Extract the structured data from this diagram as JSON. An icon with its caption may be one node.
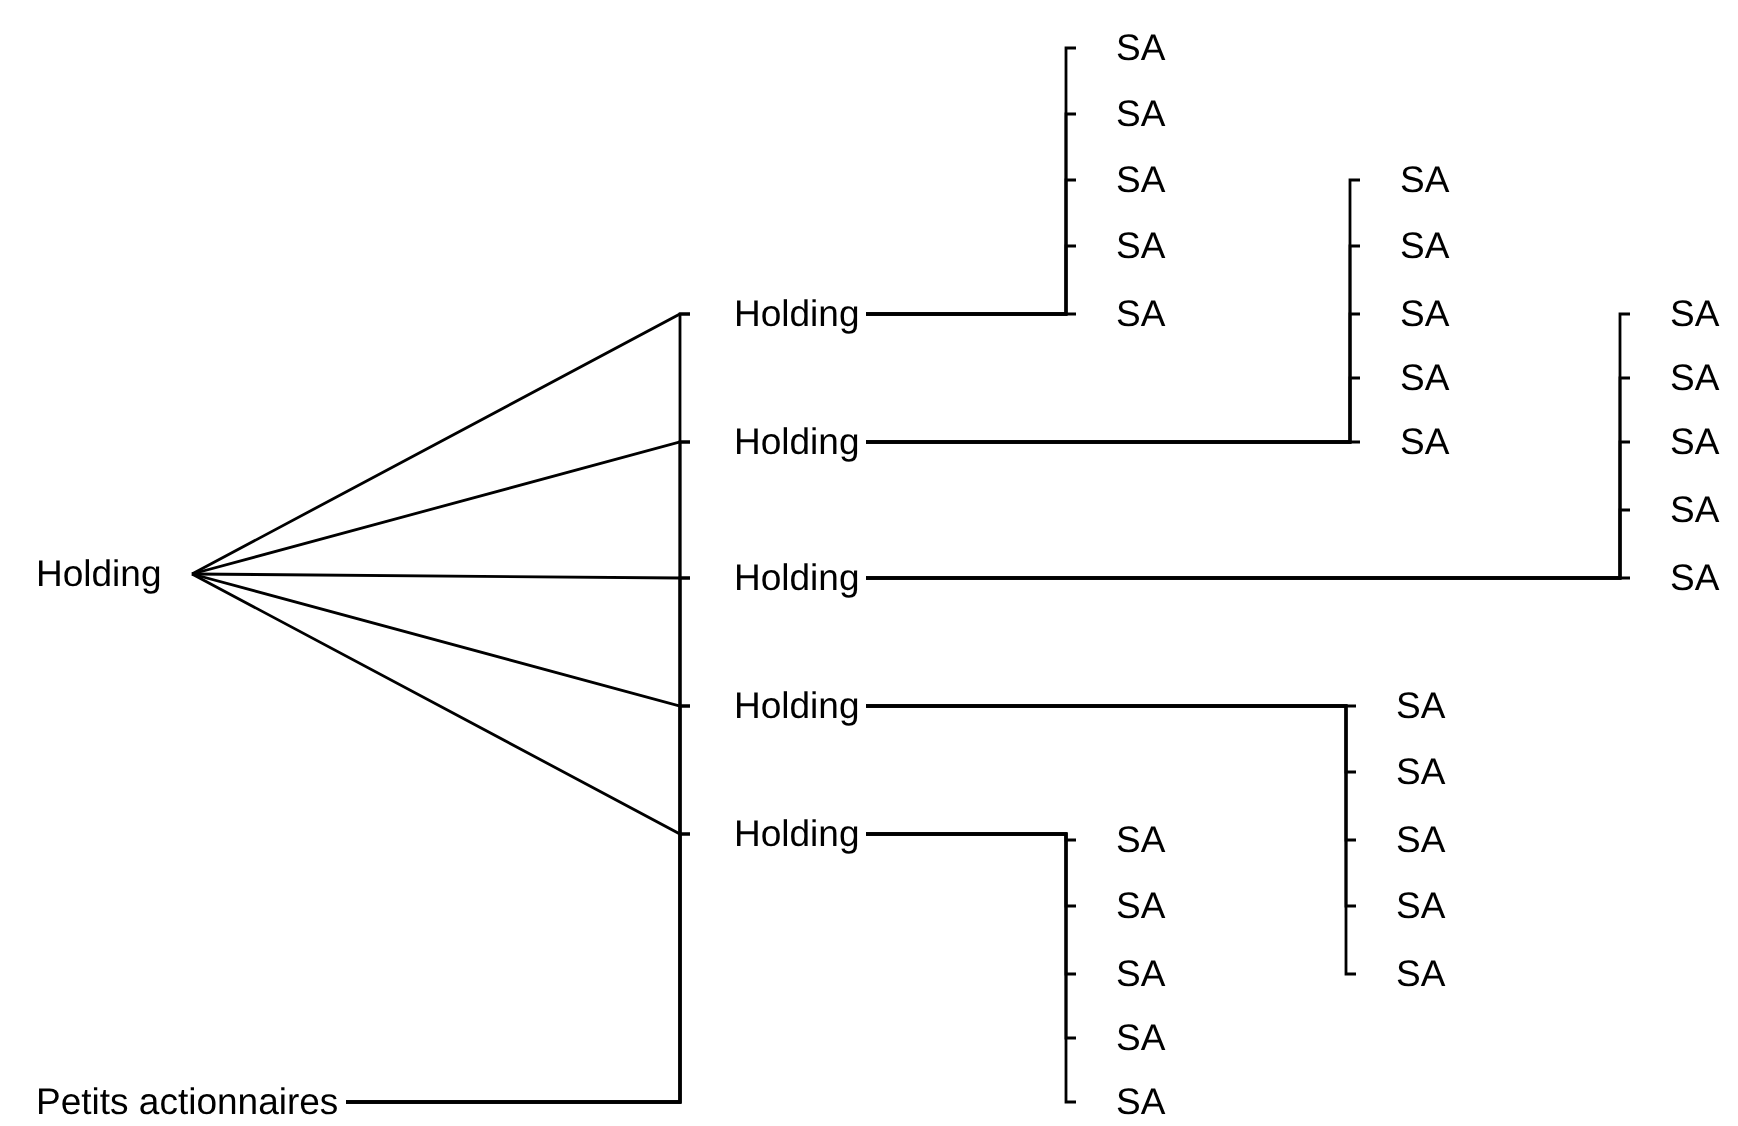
{
  "diagram": {
    "nodes": [
      {
        "text": [
          "Holding"
        ]
      },
      {
        "text": [
          "Holding"
        ]
      },
      {
        "text": [
          "Holding"
        ]
      },
      {
        "text": [
          "Holding"
        ]
      },
      {
        "text": [
          "Holding"
        ]
      },
      {
        "text": [
          "Holding"
        ]
      },
      {
        "text": [
          "Petits actionnaires"
        ]
      },
      {
        "text": [
          "SA"
        ]
      },
      {
        "text": [
          "SA"
        ]
      },
      {
        "text": [
          "SA"
        ]
      },
      {
        "text": [
          "SA"
        ]
      },
      {
        "text": [
          "SA"
        ]
      },
      {
        "text": [
          "SA"
        ]
      },
      {
        "text": [
          "SA"
        ]
      },
      {
        "text": [
          "SA"
        ]
      },
      {
        "text": [
          "SA"
        ]
      },
      {
        "text": [
          "SA"
        ]
      },
      {
        "text": [
          "SA"
        ]
      },
      {
        "text": [
          "SA"
        ]
      },
      {
        "text": [
          "SA"
        ]
      },
      {
        "text": [
          "SA"
        ]
      },
      {
        "text": [
          "SA"
        ]
      },
      {
        "text": [
          "SA"
        ]
      },
      {
        "text": [
          "SA"
        ]
      },
      {
        "text": [
          "SA"
        ]
      },
      {
        "text": [
          "SA"
        ]
      },
      {
        "text": [
          "SA"
        ]
      },
      {
        "text": [
          "SA"
        ]
      },
      {
        "text": [
          "SA"
        ]
      },
      {
        "text": [
          "SA"
        ]
      },
      {
        "text": [
          "SA"
        ]
      },
      {
        "text": [
          "SA"
        ]
      }
    ],
    "edges": [
      {
        "from": 0,
        "to": 1,
        "arrow": "none"
      },
      {
        "from": 0,
        "to": 2,
        "arrow": "none"
      },
      {
        "from": 0,
        "to": 3,
        "arrow": "none"
      },
      {
        "from": 0,
        "to": 4,
        "arrow": "none"
      },
      {
        "from": 0,
        "to": 5,
        "arrow": "none"
      },
      {
        "from": 6,
        "to": 1,
        "arrow": "none"
      },
      {
        "from": 6,
        "to": 2,
        "arrow": "none"
      },
      {
        "from": 6,
        "to": 3,
        "arrow": "none"
      },
      {
        "from": 6,
        "to": 4,
        "arrow": "none"
      },
      {
        "from": 6,
        "to": 5,
        "arrow": "none"
      },
      {
        "from": 1,
        "to": 7,
        "arrow": "none"
      },
      {
        "from": 1,
        "to": 8,
        "arrow": "none"
      },
      {
        "from": 1,
        "to": 9,
        "arrow": "none"
      },
      {
        "from": 1,
        "to": 10,
        "arrow": "none"
      },
      {
        "from": 1,
        "to": 11,
        "arrow": "none"
      },
      {
        "from": 2,
        "to": 12,
        "arrow": "none"
      },
      {
        "from": 2,
        "to": 13,
        "arrow": "none"
      },
      {
        "from": 2,
        "to": 14,
        "arrow": "none"
      },
      {
        "from": 2,
        "to": 15,
        "arrow": "none"
      },
      {
        "from": 2,
        "to": 16,
        "arrow": "none"
      },
      {
        "from": 3,
        "to": 17,
        "arrow": "none"
      },
      {
        "from": 3,
        "to": 18,
        "arrow": "none"
      },
      {
        "from": 3,
        "to": 19,
        "arrow": "none"
      },
      {
        "from": 3,
        "to": 20,
        "arrow": "none"
      },
      {
        "from": 3,
        "to": 21,
        "arrow": "none"
      },
      {
        "from": 4,
        "to": 22,
        "arrow": "none"
      },
      {
        "from": 4,
        "to": 23,
        "arrow": "none"
      },
      {
        "from": 4,
        "to": 24,
        "arrow": "none"
      },
      {
        "from": 4,
        "to": 25,
        "arrow": "none"
      },
      {
        "from": 4,
        "to": 26,
        "arrow": "none"
      },
      {
        "from": 5,
        "to": 27,
        "arrow": "none"
      },
      {
        "from": 5,
        "to": 28,
        "arrow": "none"
      },
      {
        "from": 5,
        "to": 29,
        "arrow": "none"
      },
      {
        "from": 5,
        "to": 30,
        "arrow": "none"
      },
      {
        "from": 5,
        "to": 31,
        "arrow": "none"
      }
    ]
  }
}
